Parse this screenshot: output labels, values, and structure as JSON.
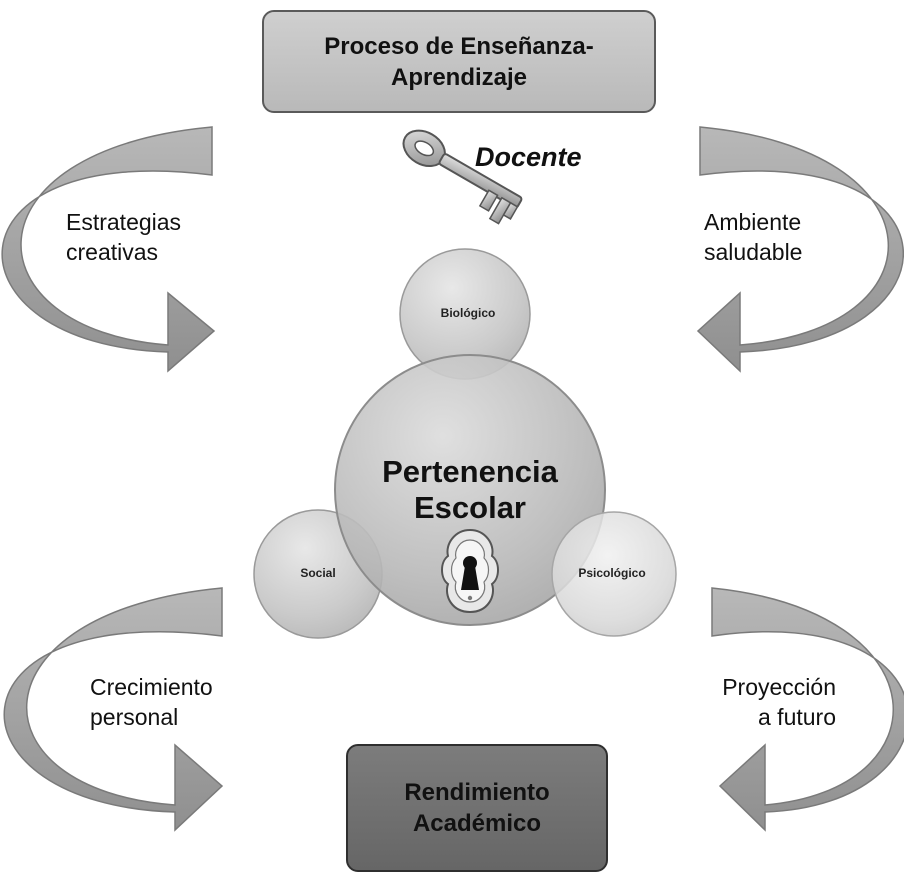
{
  "top_box": {
    "line1": "Proceso de Enseñanza-",
    "line2": "Aprendizaje"
  },
  "teacher_label": "Docente",
  "top_left_label": {
    "line1": "Estrategias",
    "line2": "creativas"
  },
  "top_right_label": {
    "line1": "Ambiente",
    "line2": "saludable"
  },
  "bottom_left_label": {
    "line1": "Crecimiento",
    "line2": "personal"
  },
  "bottom_right_label": {
    "line1": "Proyección",
    "line2": "a futuro"
  },
  "center": {
    "line1": "Pertenencia",
    "line2": "Escolar"
  },
  "circles": {
    "biologico": "Biológico",
    "social": "Social",
    "psicologico": "Psicológico"
  },
  "bottom_box": {
    "line1": "Rendimiento",
    "line2": "Académico"
  },
  "icons": [
    "key-icon",
    "keyhole-icon",
    "curved-arrow-icon"
  ],
  "colors": {
    "arrow_fill": "#a3a3a3",
    "top_box_fill": "#c4c4c4",
    "bottom_box_fill": "#727272",
    "circle_fill": "#c8c8c8"
  }
}
